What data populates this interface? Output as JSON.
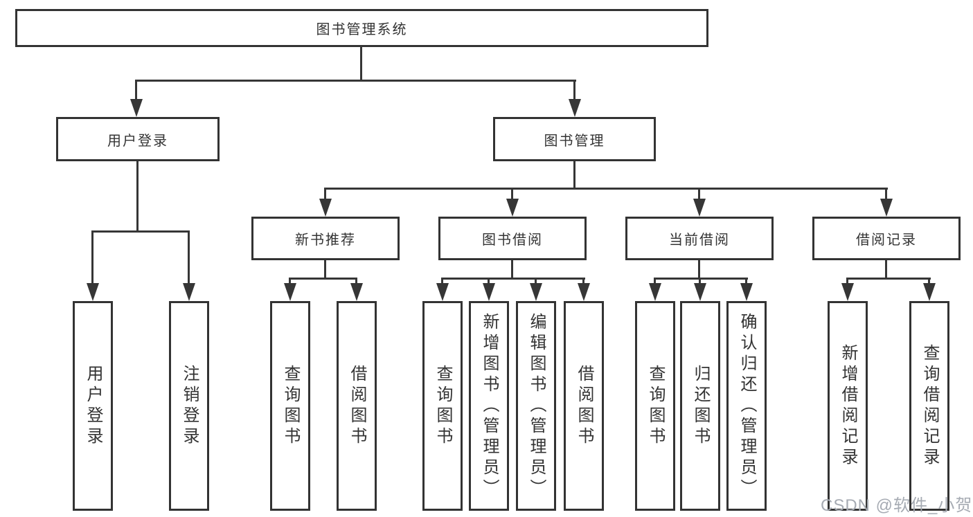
{
  "tree": {
    "label": "图书管理系统",
    "children": [
      {
        "label": "用户登录",
        "children": [
          {
            "label": "用户登录"
          },
          {
            "label": "注销登录"
          }
        ]
      },
      {
        "label": "图书管理",
        "children": [
          {
            "label": "新书推荐",
            "children": [
              {
                "label": "查询图书"
              },
              {
                "label": "借阅图书"
              }
            ]
          },
          {
            "label": "图书借阅",
            "children": [
              {
                "label": "查询图书"
              },
              {
                "label": "新增图书（管理员）"
              },
              {
                "label": "编辑图书（管理员）"
              },
              {
                "label": "借阅图书"
              }
            ]
          },
          {
            "label": "当前借阅",
            "children": [
              {
                "label": "查询图书"
              },
              {
                "label": "归还图书"
              },
              {
                "label": "确认归还（管理员）"
              }
            ]
          },
          {
            "label": "借阅记录",
            "children": [
              {
                "label": "新增借阅记录"
              },
              {
                "label": "查询借阅记录"
              }
            ]
          }
        ]
      }
    ]
  },
  "watermark": {
    "text": "CSDN @软件_小贺同学",
    "color": "#a6abb3"
  },
  "colors": {
    "line": "#363636",
    "box_border": "#333333",
    "box_fill": "#ffffff",
    "text": "#333333"
  }
}
